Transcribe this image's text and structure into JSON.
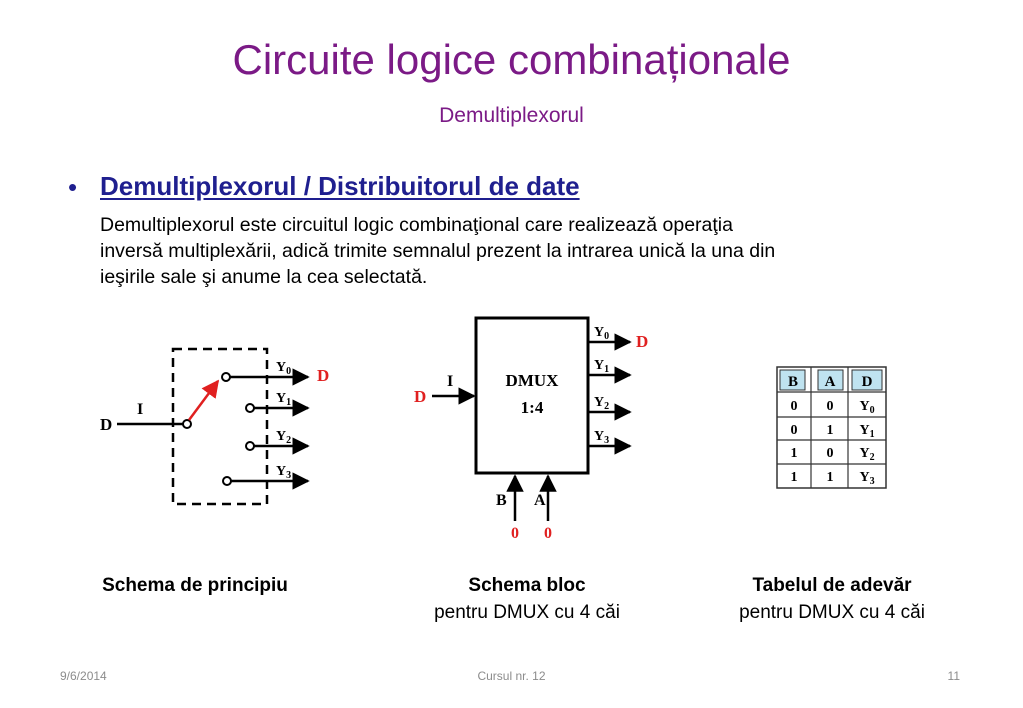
{
  "slide": {
    "title": "Circuite logice combinaționale",
    "subtitle": "Demultiplexorul"
  },
  "bullet": {
    "heading": "Demultiplexorul / Distribuitorul de date",
    "body_lines": [
      "Demultiplexorul este circuitul logic combinaţional care realizează operaţia",
      "inversă multiplexării, adică trimite semnalul prezent la intrarea unică la una din",
      "ieşirile sale şi anume la cea selectată."
    ]
  },
  "principle_diagram": {
    "input_signal": "D",
    "input_label": "I",
    "output_signal": "D",
    "outputs": [
      "Y0",
      "Y1",
      "Y2",
      "Y3"
    ]
  },
  "block_diagram": {
    "block_name": "DMUX",
    "block_ratio": "1:4",
    "input_label": "I",
    "input_signal": "D",
    "outputs": [
      "Y0",
      "Y1",
      "Y2",
      "Y3"
    ],
    "output_signal": "D",
    "selectors": [
      "B",
      "A"
    ],
    "selector_values": [
      "0",
      "0"
    ]
  },
  "truth_table": {
    "headers": [
      "B",
      "A",
      "D"
    ],
    "rows": [
      [
        "0",
        "0",
        "Y0"
      ],
      [
        "0",
        "1",
        "Y1"
      ],
      [
        "1",
        "0",
        "Y2"
      ],
      [
        "1",
        "1",
        "Y3"
      ]
    ]
  },
  "captions": {
    "principle": "Schema de principiu",
    "block_title": "Schema bloc",
    "block_sub": "pentru DMUX cu 4 căi",
    "table_title": "Tabelul de adevăr",
    "table_sub": "pentru DMUX cu 4 căi"
  },
  "footer": {
    "date": "9/6/2014",
    "course": "Cursul nr. 12",
    "page": "11"
  },
  "colors": {
    "title": "#7b1a86",
    "heading": "#1f1f8f",
    "signal_red": "#e02020",
    "table_header_bg": "#bfe3f0"
  }
}
